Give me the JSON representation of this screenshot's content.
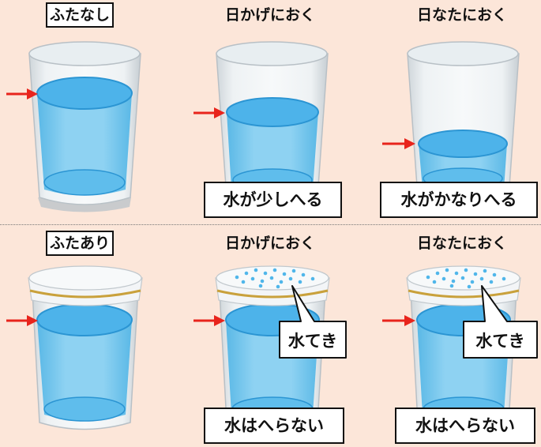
{
  "labels": {
    "top_row": "ふたなし",
    "bottom_row": "ふたあり"
  },
  "headings": {
    "top_shade": "日かげにおく",
    "top_sun": "日なたにおく",
    "bottom_shade": "日かげにおく",
    "bottom_sun": "日なたにおく"
  },
  "captions": {
    "top_shade": "水が少しへる",
    "top_sun": "水がかなりへる",
    "bottom_shade": "水はへらない",
    "bottom_sun": "水はへらない"
  },
  "callouts": {
    "bottom_shade": "水てき",
    "bottom_sun": "水てき"
  },
  "colors": {
    "background": "#fce6d9",
    "water": "#7fc8ee",
    "water_surface": "#4db3ea",
    "arrow": "#e8241c",
    "band": "#c9a13c"
  }
}
